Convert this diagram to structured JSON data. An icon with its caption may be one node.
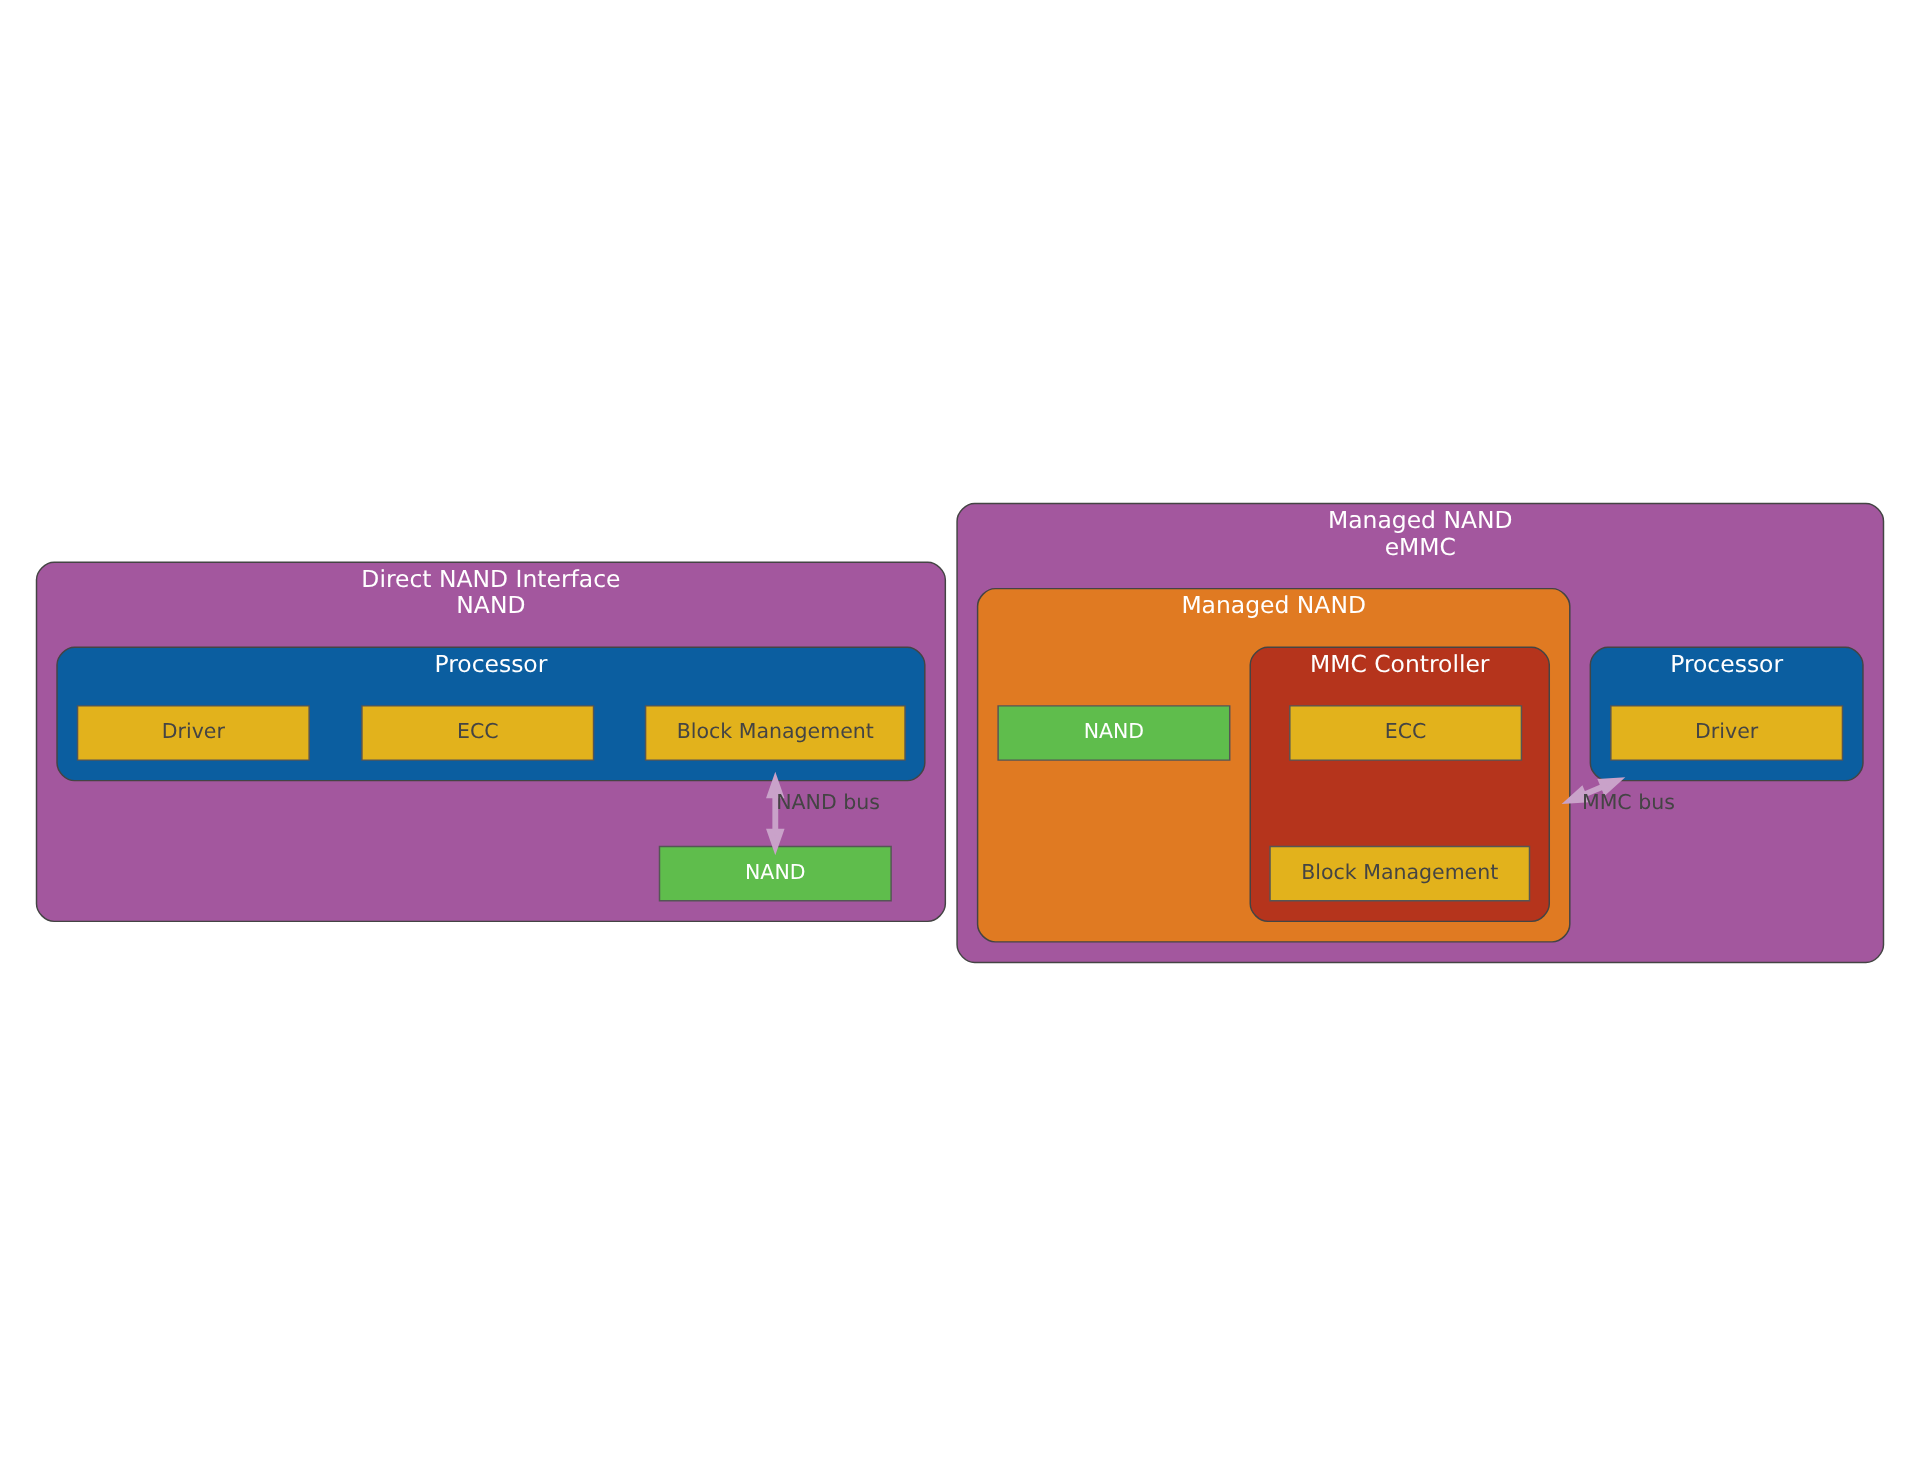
{
  "diagram": {
    "nodes": [
      {
        "text": [
          "Direct NAND Interface",
          "NAND"
        ]
      },
      {
        "text": [
          "Processor"
        ],
        "in": 0
      },
      {
        "text": [
          "Block Management"
        ],
        "in": 1
      },
      {
        "text": [
          "ECC"
        ],
        "in": 1
      },
      {
        "text": [
          "Driver"
        ],
        "in": 1
      },
      {
        "text": [
          "NAND"
        ],
        "in": 0
      },
      {
        "text": [
          "Managed NAND",
          "eMMC"
        ]
      },
      {
        "text": [
          "Processor"
        ],
        "in": 6
      },
      {
        "text": [
          "Driver"
        ],
        "in": 7
      },
      {
        "text": [
          "Managed NAND"
        ],
        "in": 6
      },
      {
        "text": [
          "MMC Controller"
        ],
        "in": 9
      },
      {
        "text": [
          "Block Management"
        ],
        "in": 10
      },
      {
        "text": [
          "ECC"
        ],
        "in": 10
      },
      {
        "text": [
          "NAND"
        ],
        "in": 9
      }
    ],
    "edges": [
      {
        "from": 1,
        "to": 5,
        "arrow": "both",
        "label": "NAND bus"
      },
      {
        "from": 7,
        "to": 9,
        "arrow": "both",
        "label": "MMC bus"
      }
    ]
  }
}
